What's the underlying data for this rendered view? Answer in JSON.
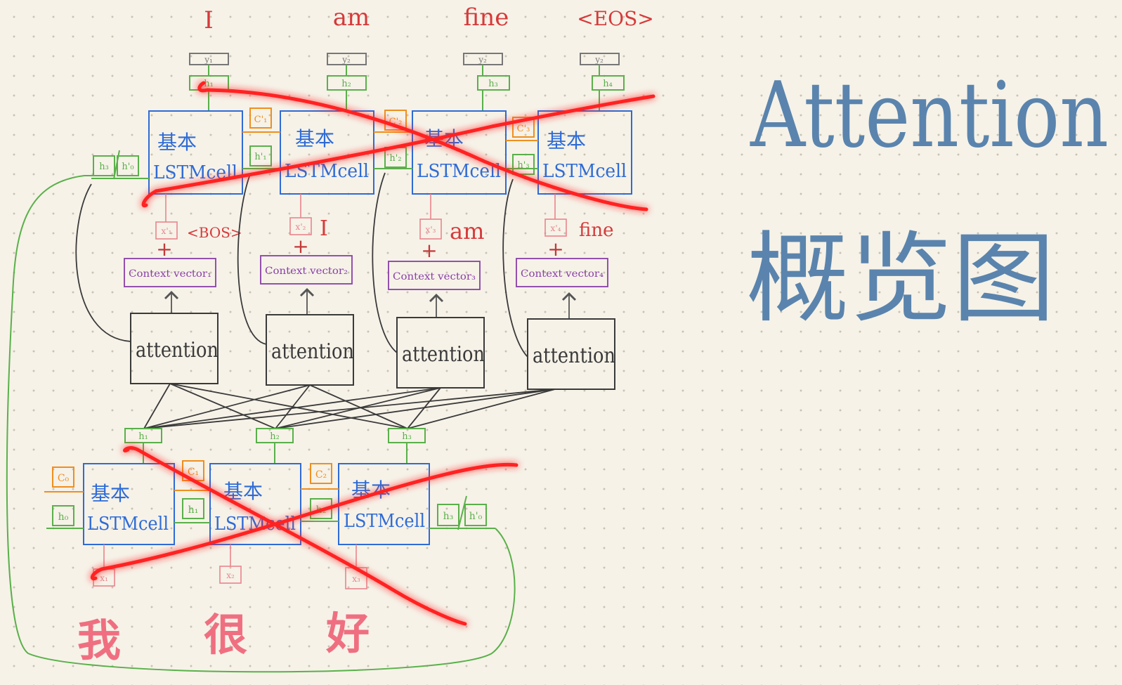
{
  "colors": {
    "cell": "#2e6bd6",
    "ink": "#3a3a3a",
    "green": "#5ab04a",
    "orange": "#ef8f1e",
    "pink": "#e9848c",
    "purple": "#8a3ea8",
    "red": "#e02a2a",
    "title": "#5a84ad"
  },
  "title": {
    "line1": "Attention",
    "line2": "概览图"
  },
  "decoder": {
    "outputs": [
      "I",
      "am",
      "fine",
      "<EOS>"
    ],
    "y_labels": [
      "y₁",
      "y₂",
      "y₂",
      "y₂"
    ],
    "h_labels": [
      "h₁",
      "h₂",
      "h₃",
      "h₄"
    ],
    "cell_line1": "基本",
    "cell_line2": "LSTMcell",
    "c_labels": [
      "C'₁",
      "C'₂",
      "C'₃"
    ],
    "h_prime_labels": [
      "h'₁",
      "h'₂",
      "h'₃"
    ],
    "init_h": "h₃",
    "init_h0": "h'₀",
    "x_labels": [
      "x'₁",
      "x'₂",
      "x'₃",
      "x'₄"
    ],
    "inputs": [
      "<BOS>",
      "I",
      "am",
      "fine"
    ],
    "plus": "+",
    "context": [
      "Context vector₁",
      "Context vector₂",
      "Context vector₃",
      "Context vector₄"
    ],
    "attention": "attention"
  },
  "encoder": {
    "h_top": [
      "h₁",
      "h₂",
      "h₃"
    ],
    "cell_line1": "基本",
    "cell_line2": "LSTMcell",
    "c0": "C₀",
    "h0": "h₀",
    "c_labels": [
      "C₁",
      "C₂"
    ],
    "h_labels": [
      "h₁",
      "h₂"
    ],
    "out_h": "h₃",
    "out_h0": "h'₀",
    "x_labels": [
      "x₁",
      "x₂",
      "x₃"
    ],
    "chars": [
      "我",
      "很",
      "好"
    ]
  }
}
